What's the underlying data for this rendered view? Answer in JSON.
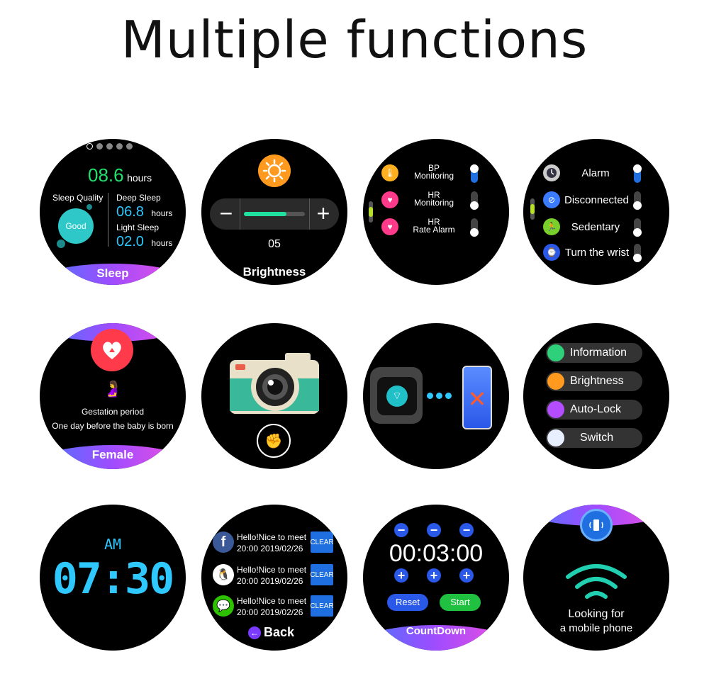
{
  "title": "Multiple functions",
  "sleep": {
    "value": "08.6",
    "unit": "hours",
    "quality_label": "Sleep Quality",
    "quality_value": "Good",
    "deep_label": "Deep Sleep",
    "deep_value": "06.8",
    "deep_unit": "hours",
    "light_label": "Light Sleep",
    "light_value": "02.0",
    "light_unit": "hours",
    "band": "Sleep"
  },
  "brightness": {
    "value": "05",
    "level": 0.7,
    "minus": "−",
    "plus": "+",
    "band": "Brightness"
  },
  "monitoring": {
    "items": [
      {
        "line1": "BP",
        "line2": "Monitoring",
        "on": true
      },
      {
        "line1": "HR",
        "line2": "Monitoring",
        "on": false
      },
      {
        "line1": "HR",
        "line2": "Rate Alarm",
        "on": false
      }
    ]
  },
  "alerts": {
    "items": [
      {
        "label": "Alarm",
        "on": true
      },
      {
        "label": "Disconnected",
        "on": false
      },
      {
        "label": "Sedentary",
        "on": false
      },
      {
        "label": "Turn the wrist",
        "on": false
      }
    ]
  },
  "female": {
    "line1": "Gestation period",
    "line2": "One day before the baby is born",
    "band": "Female"
  },
  "menu": {
    "items": [
      {
        "label": "Information",
        "color": "#2fd07a"
      },
      {
        "label": "Brightness",
        "color": "#ff9a1f"
      },
      {
        "label": "Auto-Lock",
        "color": "#b44cff"
      },
      {
        "label": "Switch",
        "color": "#e8f0ff"
      }
    ]
  },
  "clock": {
    "ampm": "AM",
    "time": "07:30"
  },
  "messages": {
    "items": [
      {
        "text": "Hello!Nice to meet",
        "time": "20:00  2019/02/26",
        "clear": "CLEAR",
        "app": "facebook"
      },
      {
        "text": "Hello!Nice to meet",
        "time": "20:00  2019/02/26",
        "clear": "CLEAR",
        "app": "qq"
      },
      {
        "text": "Hello!Nice to meet",
        "time": "20:00  2019/02/26",
        "clear": "CLEAR",
        "app": "wechat"
      }
    ],
    "back": "Back"
  },
  "countdown": {
    "time": "00:03:00",
    "reset": "Reset",
    "start": "Start",
    "band": "CountDown",
    "minus": "−",
    "plus": "+"
  },
  "findphone": {
    "line1": "Looking for",
    "line2": "a mobile phone"
  },
  "colors": {
    "green": "#20e070",
    "cyan": "#2ec8ff",
    "blue": "#1f6fe0"
  }
}
